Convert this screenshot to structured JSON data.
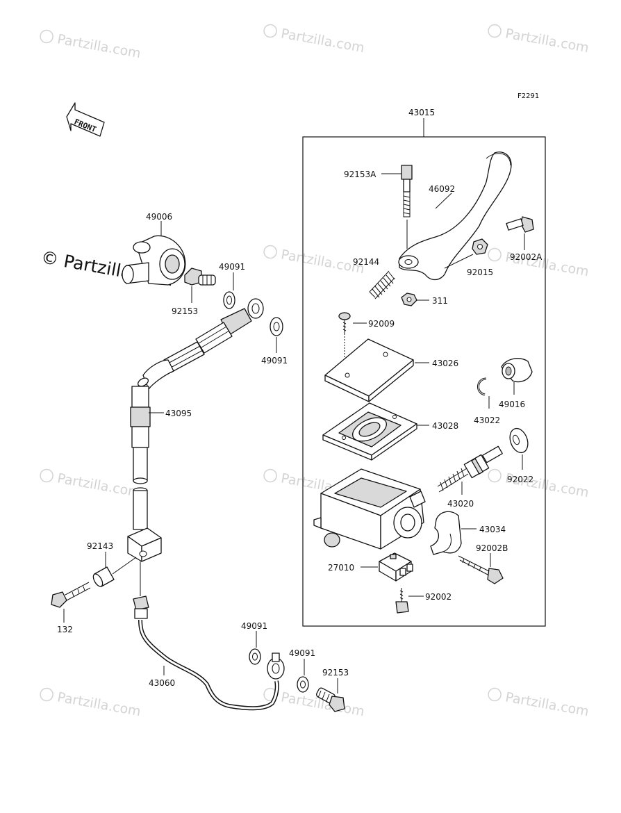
{
  "figure_code": "F2291",
  "watermark": {
    "text": "Partzilla.com",
    "symbol": "©",
    "prominent": "© Partzilla.com"
  },
  "front_arrow": {
    "label": "FRONT"
  },
  "parts": {
    "p43015": "43015",
    "p92153A": "92153A",
    "p46092": "46092",
    "p92002A": "92002A",
    "p92144": "92144",
    "p92015": "92015",
    "p311": "311",
    "p92009": "92009",
    "p43026": "43026",
    "p43022": "43022",
    "p49016": "49016",
    "p43028": "43028",
    "p92022": "92022",
    "p43020": "43020",
    "p43034": "43034",
    "p92002B": "92002B",
    "p27010": "27010",
    "p92002": "92002",
    "p49006": "49006",
    "p49091a": "49091",
    "p92153a": "92153",
    "p49091b": "49091",
    "p43095": "43095",
    "p92143": "92143",
    "p132": "132",
    "p49091c": "49091",
    "p49091d": "49091",
    "p92153b": "92153",
    "p43060": "43060"
  }
}
